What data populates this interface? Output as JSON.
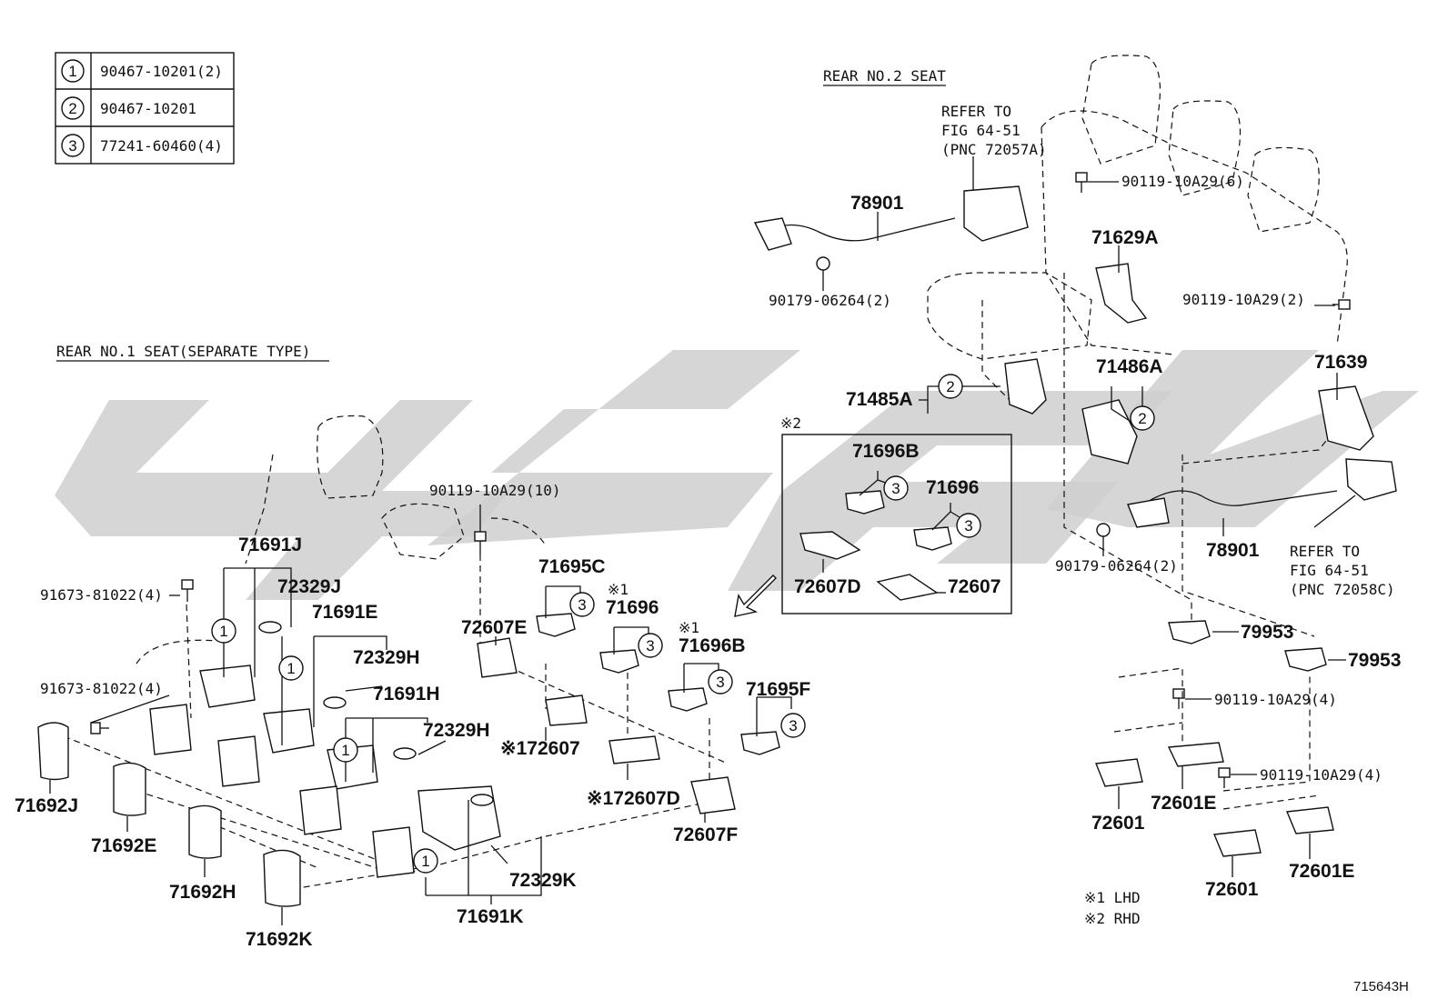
{
  "table": {
    "rows": [
      {
        "key": "1",
        "part": "90467-10201(2)"
      },
      {
        "key": "2",
        "part": "90467-10201"
      },
      {
        "key": "3",
        "part": "77241-60460(4)"
      }
    ]
  },
  "sections": {
    "rear_no2": "REAR NO.2 SEAT",
    "rear_no1": "REAR NO.1 SEAT(SEPARATE TYPE)",
    "rhd_box_mark": "※2"
  },
  "labels": {
    "refer_top_1": "REFER TO",
    "refer_top_2": "FIG 64-51",
    "refer_top_3": "(PNC 72057A)",
    "refer_bot_1": "REFER TO",
    "refer_bot_2": "FIG 64-51",
    "refer_bot_3": "(PNC 72058C)",
    "p78901_top": "78901",
    "p90179_top": "90179-06264(2)",
    "p90119_6": "90119-10A29(6)",
    "p71629A": "71629A",
    "p90119_2": "90119-10A29(2)",
    "p71485A": "71485A",
    "p71486A": "71486A",
    "p71639": "71639",
    "p78901_bot": "78901",
    "p90179_bot": "90179-06264(2)",
    "p79953_a": "79953",
    "p79953_b": "79953",
    "p90119_4a": "90119-10A29(4)",
    "p90119_4b": "90119-10A29(4)",
    "p72601_a": "72601",
    "p72601E_a": "72601E",
    "p72601_b": "72601",
    "p72601E_b": "72601E",
    "p71696B_box": "71696B",
    "p71696_box": "71696",
    "p72607D_box": "72607D",
    "p72607_box": "72607",
    "p90119_10": "90119-10A29(10)",
    "p71691J": "71691J",
    "p72329J": "72329J",
    "p91673_a": "91673-81022(4)",
    "p91673_b": "91673-81022(4)",
    "p71691E": "71691E",
    "p72329H_a": "72329H",
    "p71691H": "71691H",
    "p72329H_b": "72329H",
    "p71695C": "71695C",
    "p71696_mark": "※1",
    "p71696": "71696",
    "p72607E": "72607E",
    "p71696B_mark": "※1",
    "p71696B": "71696B",
    "p71695F": "71695F",
    "p72607_s1": "※172607",
    "p72607D_s1": "※172607D",
    "p72607F": "72607F",
    "p71692J": "71692J",
    "p71692E": "71692E",
    "p71692H": "71692H",
    "p71692K": "71692K",
    "p72329K": "72329K",
    "p71691K": "71691K"
  },
  "notes": {
    "lhd": "※1 LHD",
    "rhd": "※2 RHD"
  },
  "figure_id": "715643H",
  "colors": {
    "line": "#111111",
    "watermark": "#cfcfcf",
    "background": "#ffffff"
  }
}
